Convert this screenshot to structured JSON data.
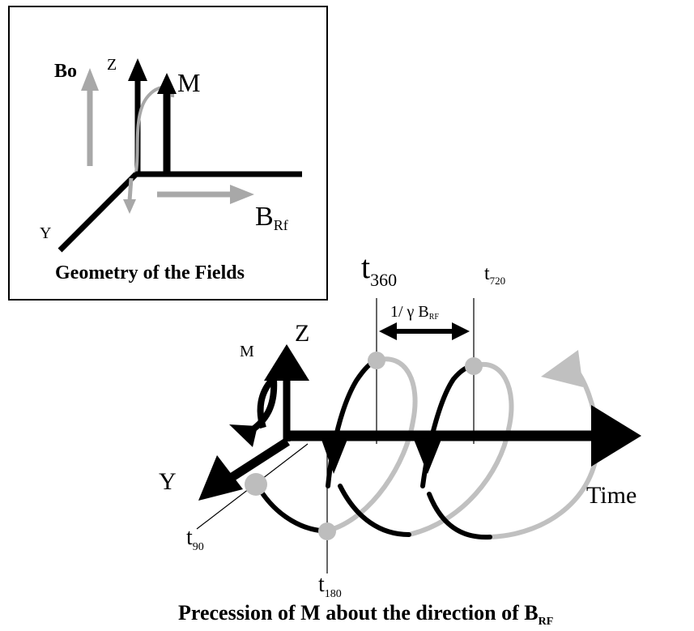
{
  "geometry_panel": {
    "caption": "Geometry of the Fields",
    "labels": {
      "bo": "Bo",
      "z": "Z",
      "m": "M",
      "y": "Y",
      "b": "B",
      "b_sub": "Rf"
    }
  },
  "precession_panel": {
    "caption_main": "Precession of  M about the direction  of B",
    "caption_sub": "RF",
    "labels": {
      "m": "M",
      "z": "Z",
      "y": "Y",
      "time": "Time",
      "t360": "t",
      "t360_sub": "360",
      "t720": "t",
      "t720_sub": "720",
      "t90": "t",
      "t90_sub": "90",
      "t180": "t",
      "t180_sub": "180",
      "period": "1/ γ B",
      "period_sub": "RF"
    }
  },
  "colors": {
    "dark": "#000000",
    "gray": "#a8a8a8",
    "light_gray": "#c0c0c0",
    "dot": "#bdbdbd"
  }
}
